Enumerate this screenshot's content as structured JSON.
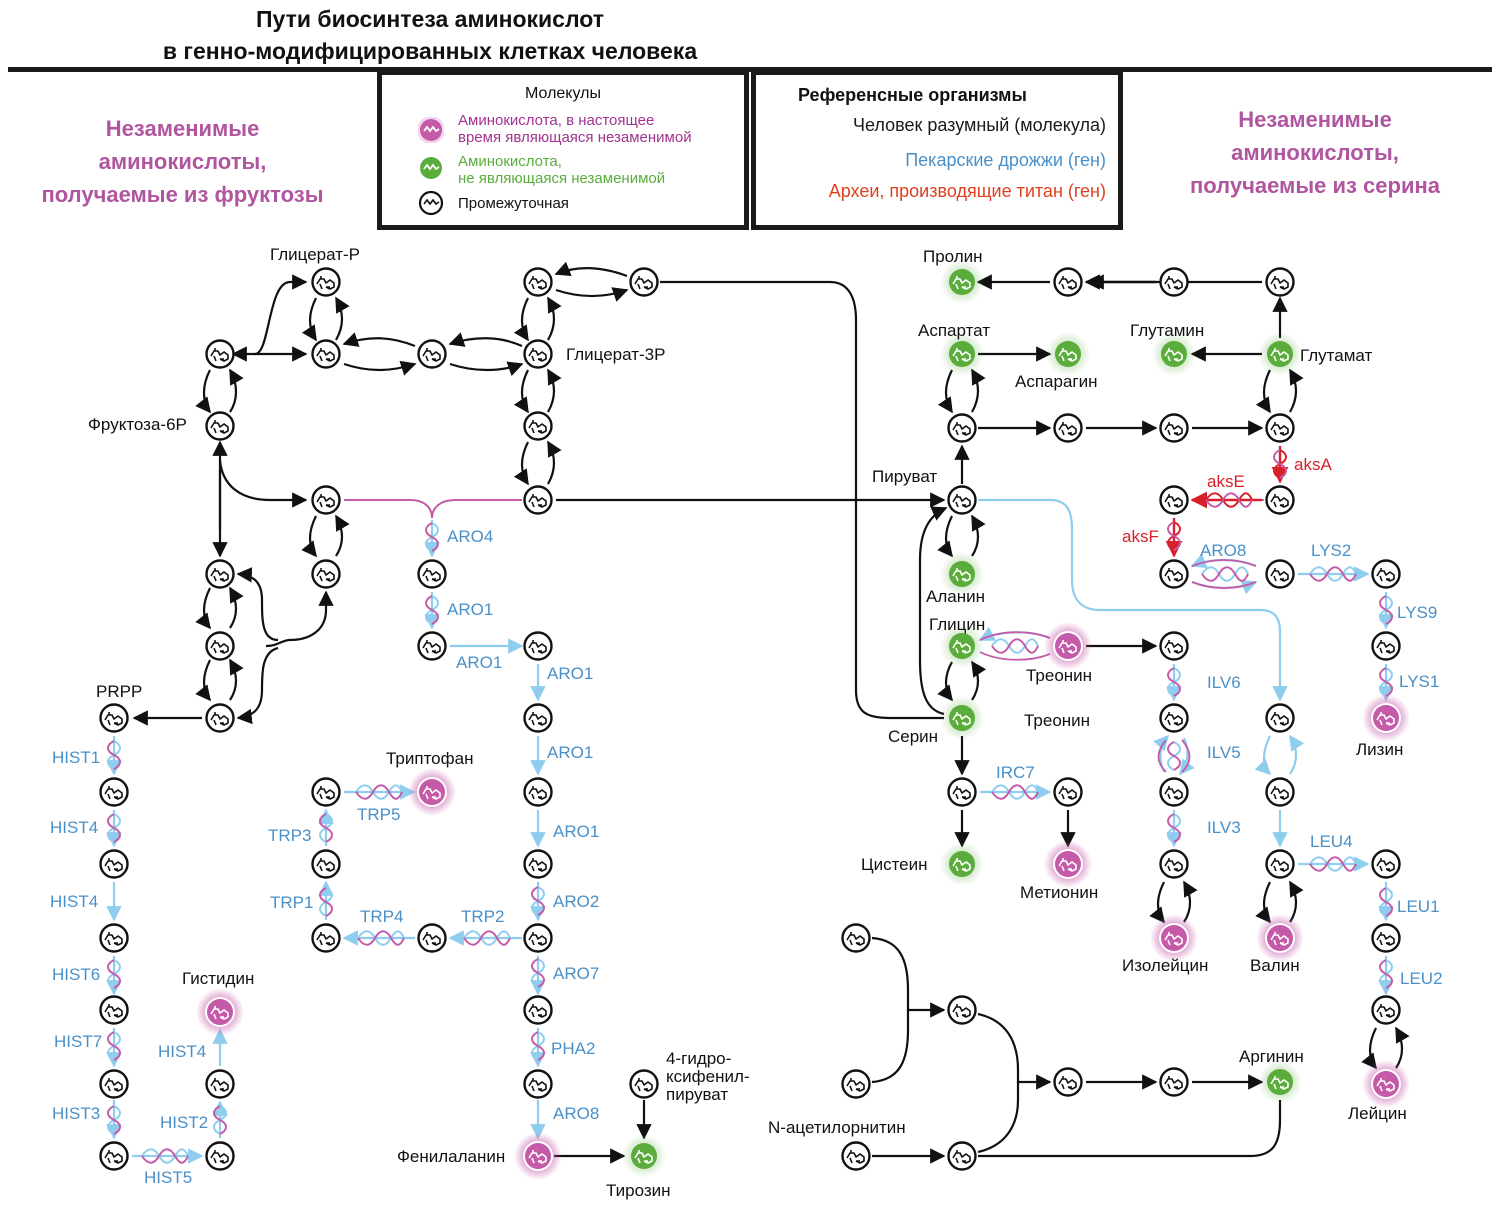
{
  "title": {
    "line1": "Пути биосинтеза аминокислот",
    "line2": "в генно-модифицированных клетках человека"
  },
  "left_heading": [
    "Незаменимые",
    "аминокислоты,",
    "получаемые из фруктозы"
  ],
  "right_heading": [
    "Незаменимые",
    "аминокислоты,",
    "получаемые из серина"
  ],
  "legend_molecules": {
    "title": "Молекулы",
    "items": [
      {
        "type": "essential",
        "icon": "essential-amino-acid-icon",
        "label_l1": "Аминокислота, в настоящее",
        "label_l2": "время являющаяся незаменимой",
        "color": "#a3338f"
      },
      {
        "type": "nonessential",
        "icon": "nonessential-amino-acid-icon",
        "label_l1": "Аминокислота,",
        "label_l2": "не являющаяся незаменимой",
        "color": "#5aad3c"
      },
      {
        "type": "intermediate",
        "icon": "intermediate-molecule-icon",
        "label_l1": "Промежуточная",
        "label_l2": "",
        "color": "#111111"
      }
    ]
  },
  "legend_reference": {
    "title": "Референсные организмы",
    "items": [
      {
        "label": "Человек разумный (молекула)",
        "color": "#1a1a1a"
      },
      {
        "label": "Пекарские дрожжи (ген)",
        "color": "#4a90c8"
      },
      {
        "label": "Археи, производящие титан (ген)",
        "color": "#e0401e"
      }
    ]
  },
  "colors": {
    "essential": "#c45aa8",
    "nonessential": "#5aad3c",
    "intermediate": "#111111",
    "yeast_gene": "#8fcdee",
    "yeast_label": "#4a90c8",
    "archaea_gene": "#d8202a",
    "dna_strand": "#c45aa8"
  },
  "molecule_labels": {
    "glycerate_p": "Глицерат-Р",
    "glycerate_3p": "Глицерат-3Р",
    "fructose_6p": "Фруктоза-6Р",
    "prpp": "PRPP",
    "pyruvate": "Пируват",
    "proline": "Пролин",
    "aspartate": "Аспартат",
    "asparagine": "Аспарагин",
    "glutamine": "Глутамин",
    "glutamate": "Глутамат",
    "alanine": "Аланин",
    "glycine": "Глицин",
    "threonine": "Треонин",
    "threonine_2": "Треонин",
    "serine": "Серин",
    "cysteine": "Цистеин",
    "methionine": "Метионин",
    "isoleucine": "Изолейцин",
    "valine": "Валин",
    "lysine": "Лизин",
    "leucine": "Лейцин",
    "arginine": "Аргинин",
    "n_acetylornithine": "N-ацетилорнитин",
    "histidine": "Гистидин",
    "tryptophan": "Триптофан",
    "phenylalanine": "Фенилаланин",
    "tyrosine": "Тирозин",
    "hppyr_l1": "4-гидро-",
    "hppyr_l2": "ксифенил-",
    "hppyr_l3": "пируват"
  },
  "genes": {
    "aro4": "ARO4",
    "aro1_a": "ARO1",
    "aro1_b": "ARO1",
    "aro1_c": "ARO1",
    "aro1_d": "ARO1",
    "aro1_e": "ARO1",
    "aro2": "ARO2",
    "aro7": "ARO7",
    "pha2": "PHA2",
    "aro8_phe": "ARO8",
    "trp1": "TRP1",
    "trp2": "TRP2",
    "trp3": "TRP3",
    "trp4": "TRP4",
    "trp5": "TRP5",
    "hist1": "HIST1",
    "hist4_a": "HIST4",
    "hist4_b": "HIST4",
    "hist6": "HIST6",
    "hist7": "HIST7",
    "hist3": "HIST3",
    "hist5": "HIST5",
    "hist2": "HIST2",
    "hist4_c": "HIST4",
    "aksA": "aksA",
    "aksE": "aksE",
    "aksF": "aksF",
    "aro8_lys": "ARO8",
    "lys2": "LYS2",
    "lys9": "LYS9",
    "lys1": "LYS1",
    "ilv6": "ILV6",
    "ilv5": "ILV5",
    "ilv3": "ILV3",
    "irc7": "IRC7",
    "leu4": "LEU4",
    "leu1": "LEU1",
    "leu2": "LEU2"
  }
}
